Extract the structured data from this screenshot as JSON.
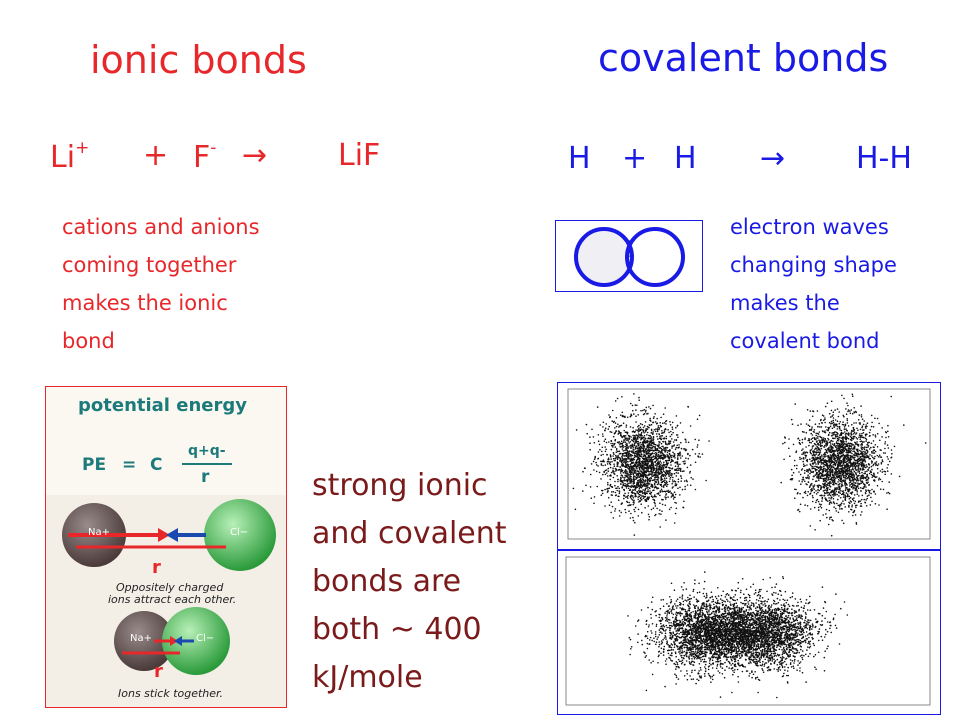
{
  "ionic": {
    "title": "ionic bonds",
    "equation": {
      "reactant1": "Li",
      "reactant1_charge": "+",
      "plus": "+",
      "reactant2": "F",
      "reactant2_charge": "-",
      "arrow": "→",
      "product": "LiF"
    },
    "description": [
      "cations and anions",
      "coming together",
      "makes the ionic",
      "bond"
    ],
    "figure": {
      "title": "potential energy",
      "pe_lhs": "PE",
      "pe_eq": "=",
      "pe_c": "C",
      "numerator": "q+q-",
      "denominator": "r",
      "ion_na": "Na+",
      "ion_cl": "Cl−",
      "r_label": "r",
      "caption1": "Oppositely charged",
      "caption2": "ions attract each other.",
      "caption3": "Ions stick together."
    }
  },
  "covalent": {
    "title": "covalent bonds",
    "equation": {
      "reactant1": "H",
      "plus": "+",
      "reactant2": "H",
      "arrow": "→",
      "product": "H-H"
    },
    "description": [
      "electron waves",
      "changing shape",
      "makes the",
      "covalent bond"
    ]
  },
  "conclusion": [
    "strong ionic",
    "and covalent",
    "bonds are",
    "both ~ 400",
    "kJ/mole"
  ],
  "colors": {
    "ionic": "#e8272b",
    "covalent": "#1a1ae6",
    "conclusion": "#7a1a1a"
  }
}
